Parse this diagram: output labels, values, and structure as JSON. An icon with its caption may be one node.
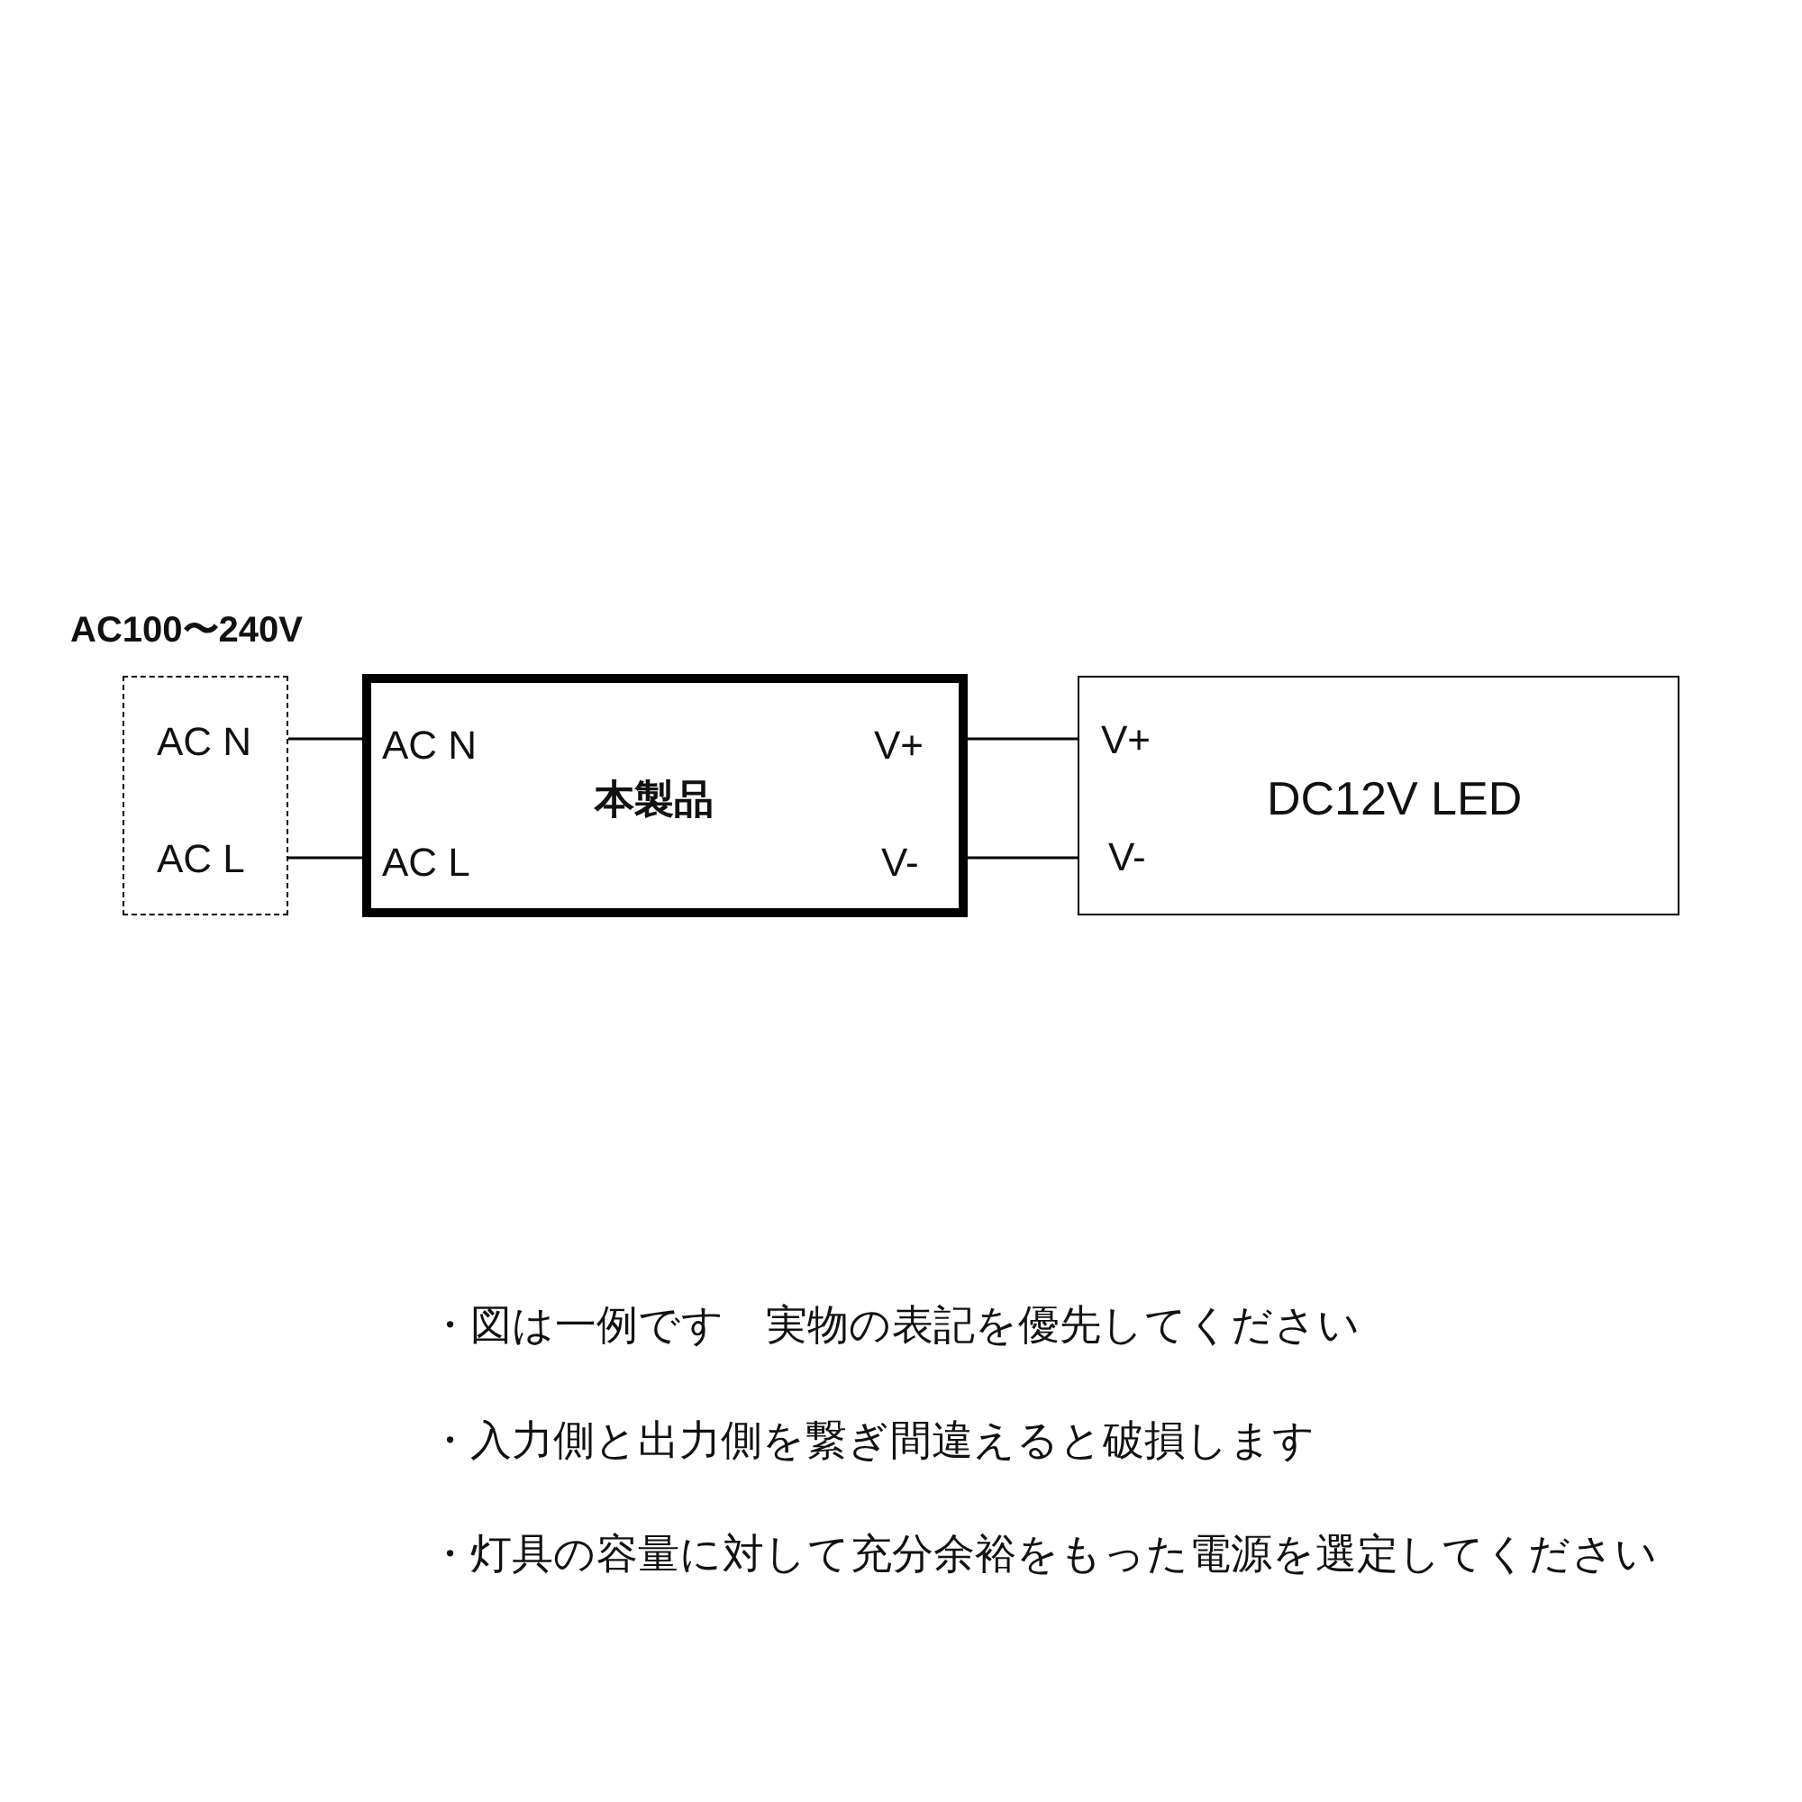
{
  "diagram": {
    "nodes": [
      {
        "text": [
          "AC100〜240V",
          "AC N",
          "AC L"
        ]
      },
      {
        "text": [
          "AC N",
          "V+",
          "本製品",
          "AC L",
          "V-"
        ]
      },
      {
        "text": [
          "V+",
          "DC12V LED",
          "V-"
        ]
      }
    ],
    "edges": [
      {
        "from": 0,
        "to": 1,
        "arrow": "none"
      },
      {
        "from": 0,
        "to": 1,
        "arrow": "none"
      },
      {
        "from": 1,
        "to": 2,
        "arrow": "none"
      },
      {
        "from": 1,
        "to": 2,
        "arrow": "none"
      }
    ],
    "labels": [
      "・図は一例です　実物の表記を優先してください",
      "・入力側と出力側を繋ぎ間違えると破損します",
      "・灯具の容量に対して充分余裕をもった電源を選定してください"
    ]
  }
}
